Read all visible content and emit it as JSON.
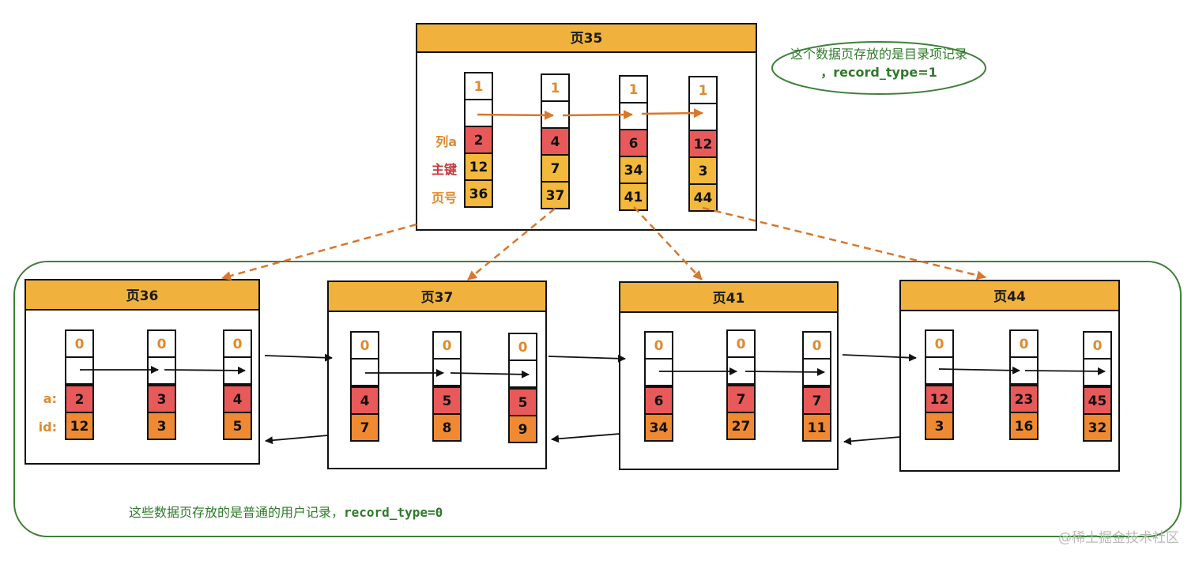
{
  "root": {
    "title": "页35",
    "legend": {
      "col": "列a",
      "key": "主键",
      "page": "页号"
    },
    "records": [
      {
        "type": "1",
        "col": "2",
        "key": "12",
        "page": "36"
      },
      {
        "type": "1",
        "col": "4",
        "key": "7",
        "page": "37"
      },
      {
        "type": "1",
        "col": "6",
        "key": "34",
        "page": "41"
      },
      {
        "type": "1",
        "col": "12",
        "key": "3",
        "page": "44"
      }
    ],
    "note_line1": "这个数据页存放的是目录项记录",
    "note_line2": "，record_type=1"
  },
  "leaves": [
    {
      "title": "页36",
      "records": [
        {
          "type": "0",
          "a": "2",
          "id": "12"
        },
        {
          "type": "0",
          "a": "3",
          "id": "3"
        },
        {
          "type": "0",
          "a": "4",
          "id": "5"
        }
      ]
    },
    {
      "title": "页37",
      "records": [
        {
          "type": "0",
          "a": "4",
          "id": "7"
        },
        {
          "type": "0",
          "a": "5",
          "id": "8"
        },
        {
          "type": "0",
          "a": "5",
          "id": "9"
        }
      ]
    },
    {
      "title": "页41",
      "records": [
        {
          "type": "0",
          "a": "6",
          "id": "34"
        },
        {
          "type": "0",
          "a": "7",
          "id": "27"
        },
        {
          "type": "0",
          "a": "7",
          "id": "11"
        }
      ]
    },
    {
      "title": "页44",
      "records": [
        {
          "type": "0",
          "a": "12",
          "id": "3"
        },
        {
          "type": "0",
          "a": "23",
          "id": "16"
        },
        {
          "type": "0",
          "a": "45",
          "id": "32"
        }
      ]
    }
  ],
  "leaf_labels": {
    "a": "a:",
    "id": "id:"
  },
  "bottom_note_cn": "这些数据页存放的是普通的用户记录，",
  "bottom_note_code": "record_type=0",
  "watermark": "@稀土掘金技术社区",
  "colors": {
    "header": "#f0b23c",
    "red": "#e85a5a",
    "yellow": "#f3b93c",
    "orange": "#ef8a33",
    "label_orange": "#e08a2e",
    "label_red": "#c8383a",
    "green": "#3f7f3a",
    "arrow": "#d9772a"
  }
}
